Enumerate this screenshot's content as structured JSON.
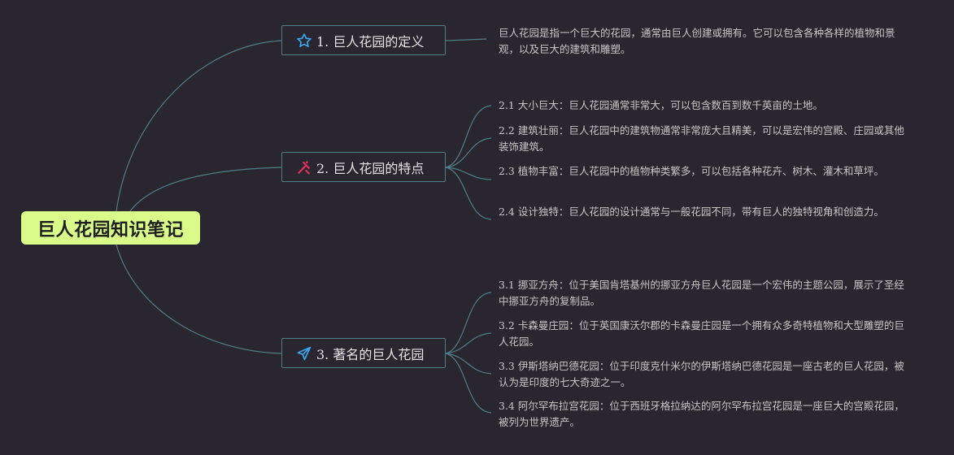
{
  "mindmap": {
    "root": {
      "label": "巨人花园知识笔记"
    },
    "branches": [
      {
        "label": "1. 巨人花园的定义",
        "icon": "star-icon",
        "icon_color": "#3aa7ee",
        "children": [
          "巨人花园是指一个巨大的花园，通常由巨人创建或拥有。它可以包含各种各样的植物和景观，以及巨大的建筑和雕塑。"
        ]
      },
      {
        "label": "2. 巨人花园的特点",
        "icon": "tools-icon",
        "icon_color": "#e8315d",
        "children": [
          "2.1 大小巨大：巨人花园通常非常大，可以包含数百到数千英亩的土地。",
          "2.2 建筑壮丽：巨人花园中的建筑物通常非常庞大且精美，可以是宏伟的宫殿、庄园或其他装饰建筑。",
          "2.3 植物丰富：巨人花园中的植物种类繁多，可以包括各种花卉、树木、灌木和草坪。",
          "2.4 设计独特：巨人花园的设计通常与一般花园不同，带有巨人的独特视角和创造力。"
        ]
      },
      {
        "label": "3. 著名的巨人花园",
        "icon": "paper-plane-icon",
        "icon_color": "#3aa7ee",
        "children": [
          "3.1 挪亚方舟：位于美国肯塔基州的挪亚方舟巨人花园是一个宏伟的主题公园，展示了圣经中挪亚方舟的复制品。",
          "3.2 卡森曼庄园：位于英国康沃尔郡的卡森曼庄园是一个拥有众多奇特植物和大型雕塑的巨人花园。",
          "3.3 伊斯塔纳巴德花园：位于印度克什米尔的伊斯塔纳巴德花园是一座古老的巨人花园，被认为是印度的七大奇迹之一。",
          "3.4 阿尔罕布拉宫花园：位于西班牙格拉纳达的阿尔罕布拉宫花园是一座巨大的宫殿花园，被列为世界遗产。"
        ]
      }
    ],
    "colors": {
      "background": "#2a2630",
      "root_fill": "#d9fb8a",
      "connector": "#4f7f86"
    }
  }
}
